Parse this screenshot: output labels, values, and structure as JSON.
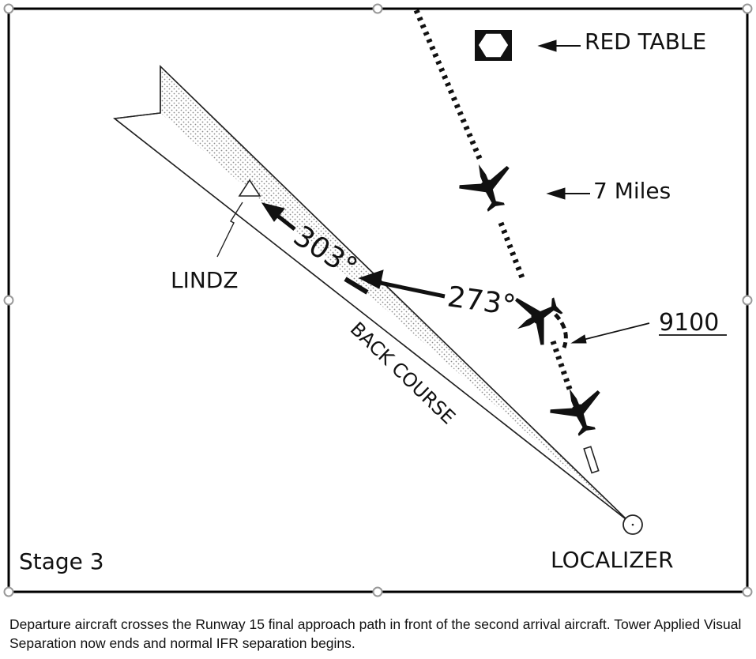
{
  "labels": {
    "red_table": "RED TABLE",
    "seven_miles": "7 Miles",
    "altitude": "9100",
    "heading_303": "303°",
    "heading_273": "273°",
    "fix": "LINDZ",
    "back_course": "BACK COURSE",
    "localizer": "LOCALIZER",
    "stage": "Stage 3"
  },
  "caption": "Departure aircraft crosses the Runway 15 final approach path in front of the second arrival aircraft. Tower Applied Visual Separation now ends and normal IFR separation begins.",
  "icons": [
    "red-table-symbol",
    "airplane-icon",
    "localizer-antenna",
    "waypoint-triangle"
  ],
  "colors": {
    "ink": "#111111",
    "frame": "#000000",
    "handle": "#999999",
    "stipple": "#8a8a8a"
  }
}
